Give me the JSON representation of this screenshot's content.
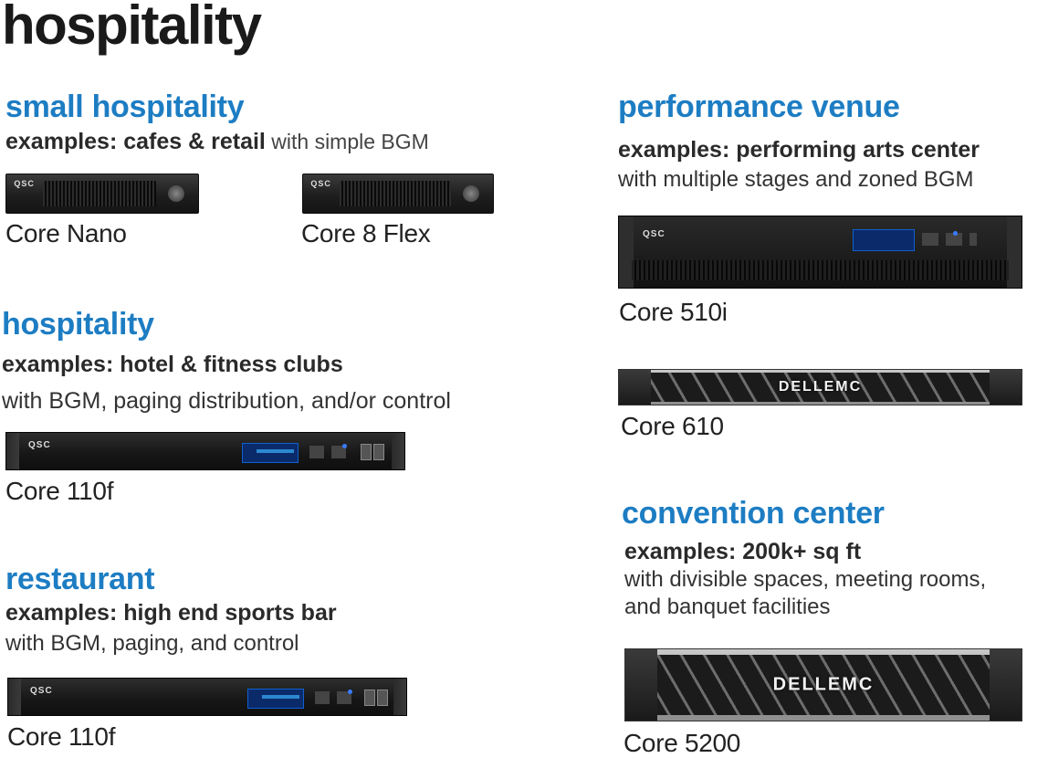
{
  "page": {
    "title": "hospitality"
  },
  "sections": {
    "small": {
      "title": "small hospitality",
      "examples_bold": "examples: cafes & retail",
      "examples_rest": " with simple BGM",
      "devices": [
        {
          "label": "Core Nano",
          "icon": "qsc-core-nano-device"
        },
        {
          "label": "Core 8 Flex",
          "icon": "qsc-core-8-flex-device"
        }
      ]
    },
    "hospitality": {
      "title": "hospitality",
      "examples_bold": "examples: hotel & fitness clubs",
      "line": "with BGM, paging distribution, and/or control",
      "device": {
        "label": "Core 110f",
        "icon": "qsc-core-110f-device"
      }
    },
    "restaurant": {
      "title": "restaurant",
      "examples_bold": "examples: high end sports bar",
      "line": "with BGM, paging, and control",
      "device": {
        "label": "Core 110f",
        "icon": "qsc-core-110f-device"
      }
    },
    "performance": {
      "title": "performance venue",
      "examples_bold": "examples: performing arts center",
      "line": "with multiple stages and zoned BGM",
      "devices": [
        {
          "label": "Core 510i",
          "icon": "qsc-core-510i-device"
        },
        {
          "label": "Core 610",
          "icon": "dell-emc-core-610-server"
        }
      ]
    },
    "convention": {
      "title": "convention center",
      "examples_bold": "examples: 200k+ sq ft",
      "line1": "with divisible spaces, meeting rooms,",
      "line2": "and banquet facilities",
      "device": {
        "label": "Core 5200",
        "icon": "dell-emc-core-5200-server"
      }
    }
  },
  "brand": {
    "qsc": "QSC",
    "dell": "DELLEMC"
  },
  "colors": {
    "accent": "#1d7dc3",
    "text": "#222222"
  }
}
